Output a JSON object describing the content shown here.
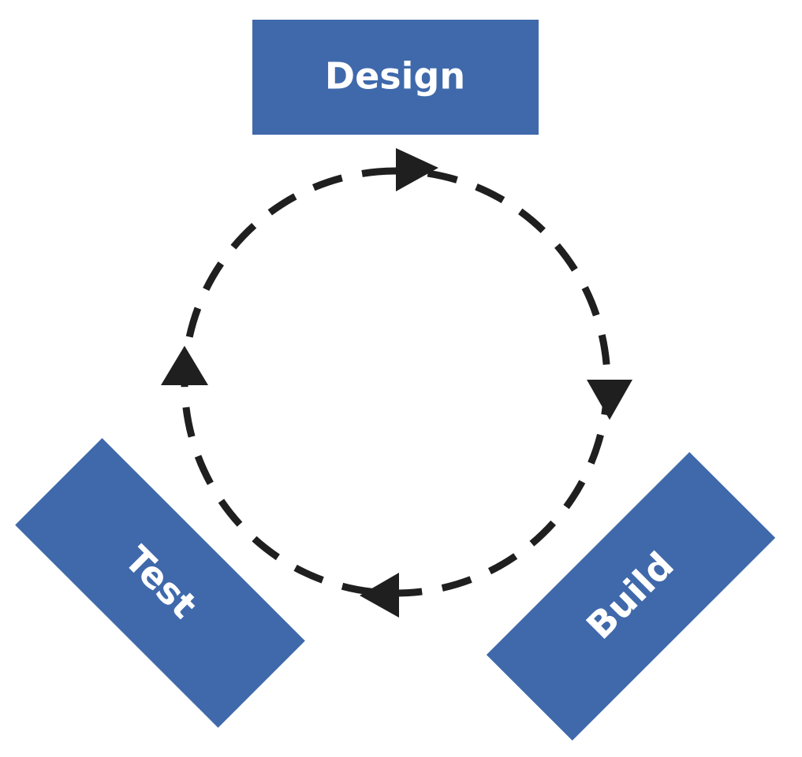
{
  "stages": {
    "design": {
      "label": "Design"
    },
    "build": {
      "label": "Build"
    },
    "test": {
      "label": "Test"
    }
  },
  "colors": {
    "box_fill": "#3f69ab",
    "box_text": "#ffffff",
    "cycle_stroke": "#1f1f1f",
    "background": "#ffffff"
  },
  "cycle": {
    "direction": "clockwise",
    "order": [
      "Design",
      "Build",
      "Test"
    ],
    "line_style": "dashed",
    "arrowheads": 4
  }
}
